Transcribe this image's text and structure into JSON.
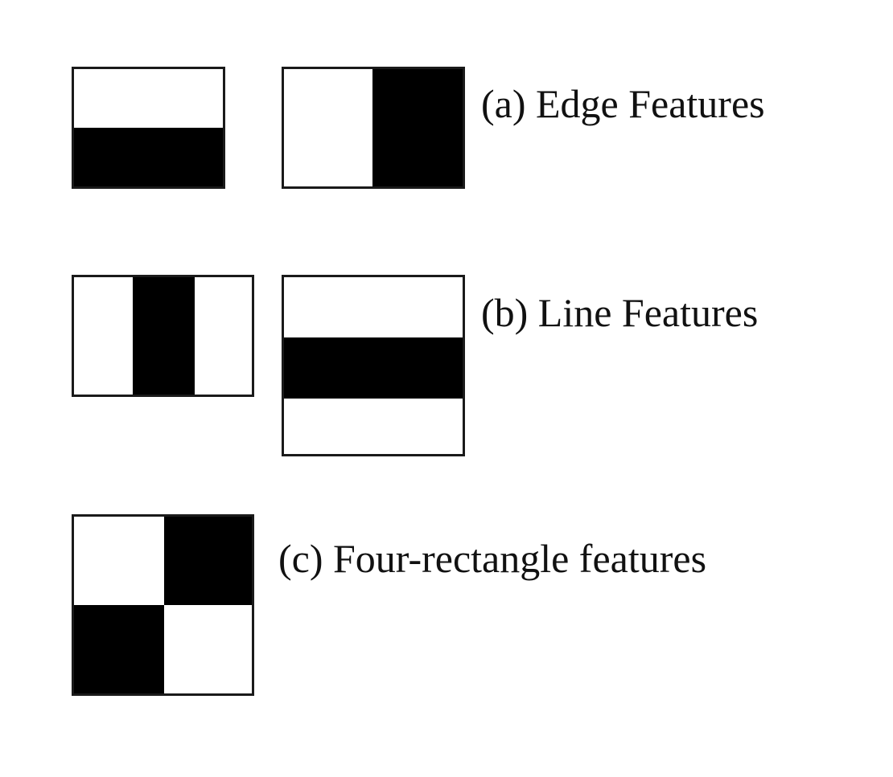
{
  "captions": {
    "edge": "(a) Edge Features",
    "line": "(b) Line Features",
    "four": "(c) Four-rectangle features"
  },
  "colors": {
    "dark_region": "#000000",
    "light_region": "#ffffff",
    "border": "#1a1a1a"
  }
}
